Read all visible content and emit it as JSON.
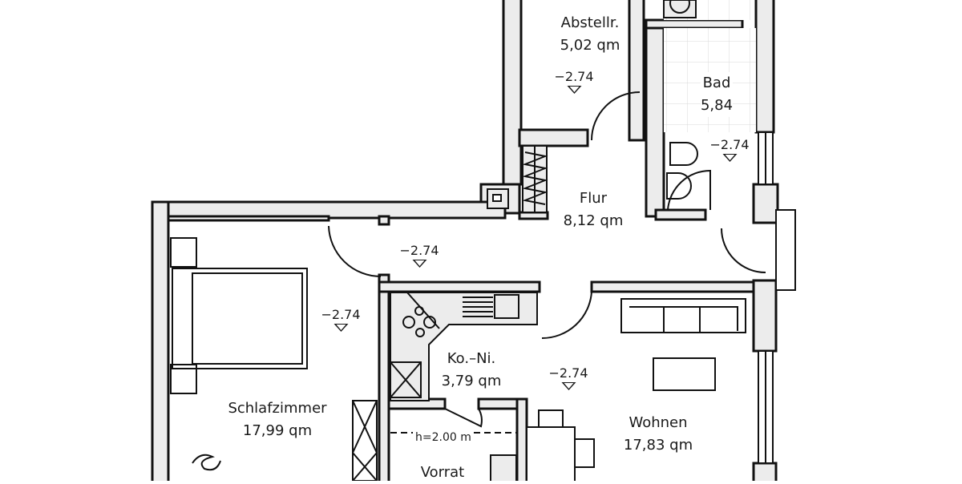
{
  "plan": {
    "colors": {
      "wall_fill": "#ececec",
      "wall_stroke": "#111111",
      "background": "#ffffff",
      "tile": "#d9d9d9"
    },
    "rooms": [
      {
        "id": "abstellraum",
        "name": "Abstellr.",
        "area": "5,02 qm",
        "level": "−2.74"
      },
      {
        "id": "bad",
        "name": "Bad",
        "area": "5,84",
        "level": "−2.74"
      },
      {
        "id": "flur",
        "name": "Flur",
        "area": "8,12 qm",
        "level": "−2.74"
      },
      {
        "id": "schlafzimmer",
        "name": "Schlafzimmer",
        "area": "17,99 qm",
        "level": "−2.74"
      },
      {
        "id": "kochnische",
        "name": "Ko.–Ni.",
        "area": "3,79 qm",
        "level": "−2.74"
      },
      {
        "id": "wohnen",
        "name": "Wohnen",
        "area": "17,83 qm"
      },
      {
        "id": "vorrat",
        "name": "Vorrat",
        "note": "h=2.00 m"
      }
    ]
  }
}
